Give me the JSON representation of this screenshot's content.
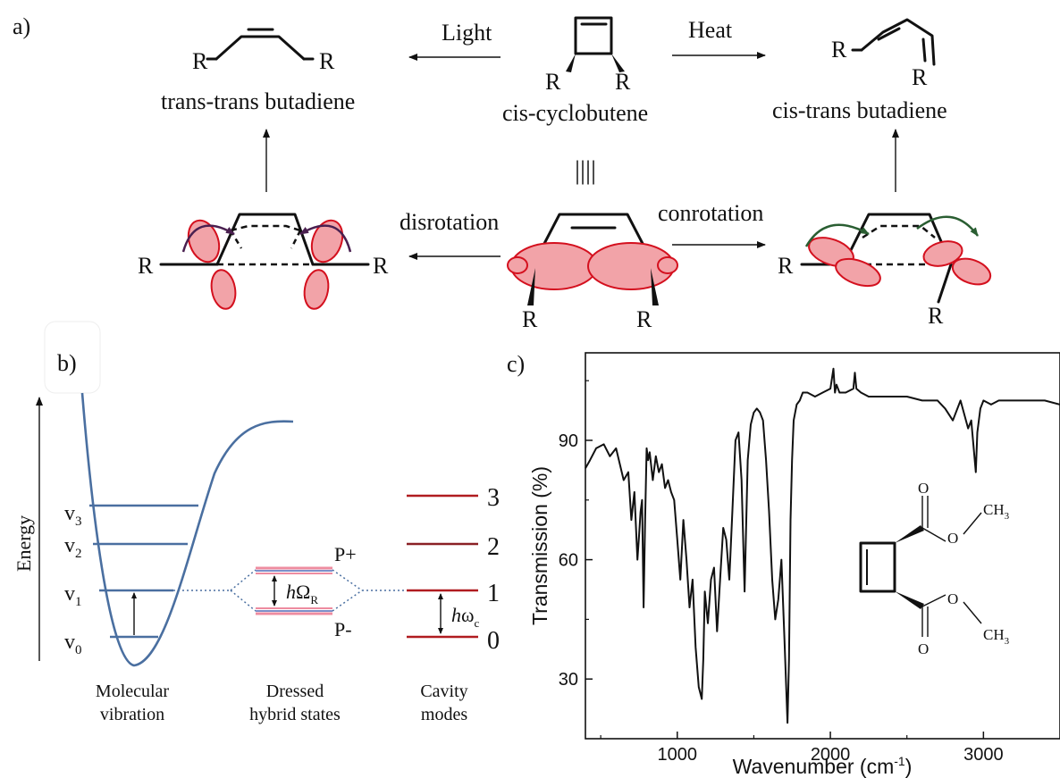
{
  "panel_a": {
    "label": "a)",
    "light": "Light",
    "heat": "Heat",
    "disrotation": "disrotation",
    "conrotation": "conrotation",
    "trans_trans": "trans-trans butadiene",
    "cis_cyclobutene": "cis-cyclobutene",
    "cis_trans": "cis-trans butadiene",
    "r": "R",
    "equiv": "||||"
  },
  "panel_b": {
    "label": "b)",
    "energy_axis": "Energy",
    "levels": [
      "v",
      "v",
      "v",
      "v"
    ],
    "level_subs": [
      "0",
      "1",
      "2",
      "3"
    ],
    "hybrid_top": "P+",
    "hybrid_bottom": "P-",
    "rabi_h": "h",
    "rabi_omega": "Ω",
    "rabi_sub": "R",
    "cav_h": "h",
    "cav_omega": "ω",
    "cav_sub": "c",
    "cavity_numbers": [
      "0",
      "1",
      "2",
      "3"
    ],
    "molecular_line1": "Molecular",
    "molecular_line2": "vibration",
    "dressed_line1": "Dressed",
    "dressed_line2": "hybrid states",
    "cavity_line1": "Cavity",
    "cavity_line2": "modes",
    "colors": {
      "vibration": "#4a6fa0",
      "cavity": "#b01c20",
      "hybrid_blue": "#7d8fc9",
      "hybrid_pink": "#ee8ca0"
    }
  },
  "panel_c": {
    "label": "c)",
    "molecule": {
      "o": "O",
      "ch3": "CH",
      "ch3_sub": "3"
    }
  },
  "chart_data": {
    "type": "line",
    "title": "",
    "xlabel": "Wavenumber (cm-1)",
    "xlabel_main": "Wavenumber (cm",
    "xlabel_sup": "-1",
    "xlabel_close": ")",
    "ylabel": "Transmission (%)",
    "xlim": [
      400,
      3500
    ],
    "ylim": [
      15,
      112
    ],
    "xticks": [
      1000,
      2000,
      3000
    ],
    "yticks": [
      30,
      60,
      90
    ],
    "grid": false,
    "color": "#111111",
    "series": [
      {
        "x": [
          400,
          430,
          470,
          520,
          560,
          600,
          650,
          680,
          700,
          720,
          740,
          750,
          760,
          770,
          780,
          790,
          800,
          810,
          820,
          840,
          860,
          880,
          900,
          920,
          940,
          960,
          980,
          1000,
          1020,
          1040,
          1060,
          1080,
          1100,
          1120,
          1140,
          1160,
          1170,
          1180,
          1200,
          1220,
          1240,
          1260,
          1280,
          1300,
          1320,
          1340,
          1360,
          1380,
          1400,
          1420,
          1440,
          1460,
          1480,
          1500,
          1520,
          1540,
          1560,
          1580,
          1600,
          1620,
          1640,
          1660,
          1680,
          1700,
          1720,
          1730,
          1740,
          1750,
          1760,
          1780,
          1800,
          1820,
          1850,
          1900,
          1950,
          2000,
          2020,
          2030,
          2040,
          2060,
          2100,
          2150,
          2160,
          2170,
          2200,
          2250,
          2300,
          2400,
          2500,
          2600,
          2700,
          2750,
          2800,
          2850,
          2900,
          2920,
          2950,
          2960,
          2980,
          3000,
          3050,
          3100,
          3200,
          3300,
          3400,
          3500
        ],
        "y": [
          83,
          85,
          88,
          89,
          86,
          88,
          80,
          82,
          70,
          77,
          60,
          66,
          72,
          75,
          48,
          70,
          88,
          85,
          87,
          80,
          86,
          82,
          84,
          78,
          80,
          77,
          75,
          65,
          55,
          70,
          60,
          48,
          55,
          38,
          28,
          25,
          35,
          52,
          44,
          55,
          58,
          42,
          55,
          68,
          65,
          55,
          72,
          90,
          92,
          80,
          52,
          85,
          94,
          97,
          98,
          97,
          95,
          85,
          72,
          55,
          45,
          50,
          60,
          40,
          19,
          35,
          70,
          85,
          95,
          99,
          100,
          102,
          102,
          101,
          102,
          103,
          108,
          102,
          104,
          102,
          102,
          103,
          107,
          103,
          102,
          101,
          101,
          101,
          101,
          100,
          100,
          98,
          95,
          100,
          93,
          95,
          82,
          92,
          98,
          100,
          99,
          100,
          100,
          100,
          100,
          99
        ]
      }
    ]
  }
}
